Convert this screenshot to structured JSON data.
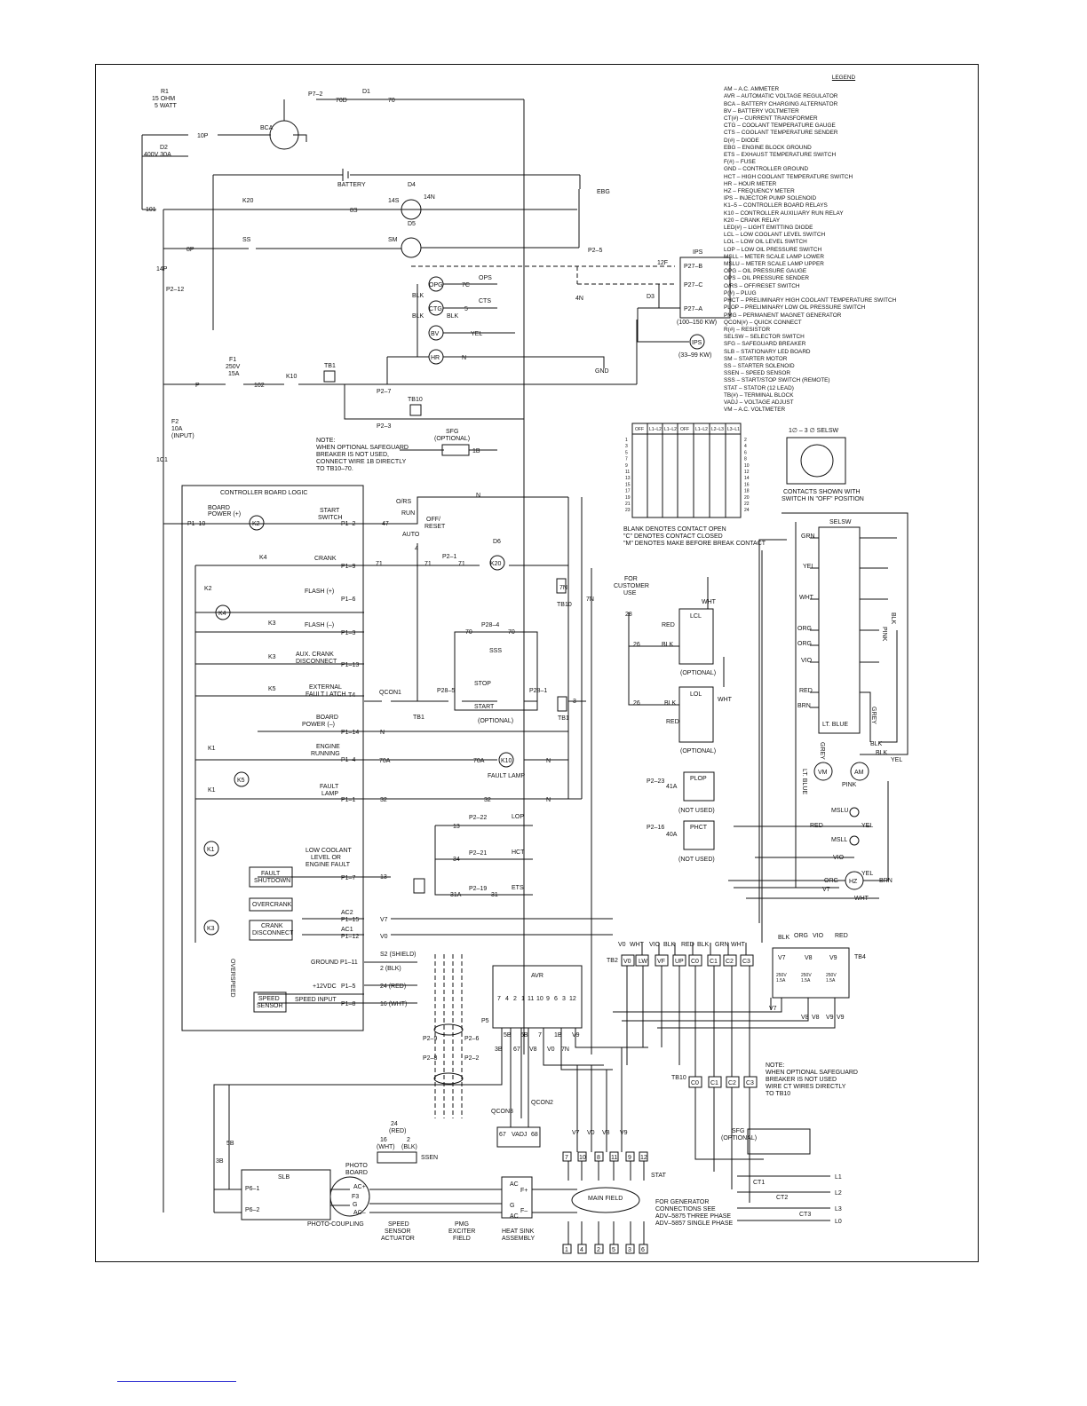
{
  "legend": {
    "title": "LEGEND",
    "items": [
      "AM – A.C. AMMETER",
      "AVR – AUTOMATIC VOLTAGE REGULATOR",
      "BCA – BATTERY CHARGING ALTERNATOR",
      "BV – BATTERY VOLTMETER",
      "CT(#) – CURRENT TRANSFORMER",
      "CTG – COOLANT TEMPERATURE GAUGE",
      "CTS – COOLANT TEMPERATURE SENDER",
      "D(#) – DIODE",
      "EBG – ENGINE BLOCK GROUND",
      "ETS – EXHAUST TEMPERATURE SWITCH",
      "F(#) – FUSE",
      "GND – CONTROLLER GROUND",
      "HCT – HIGH COOLANT TEMPERATURE SWITCH",
      "HR – HOUR METER",
      "HZ – FREQUENCY METER",
      "IPS – INJECTOR PUMP SOLENOID",
      "K1–5 – CONTROLLER BOARD RELAYS",
      "K10 – CONTROLLER AUXILIARY RUN RELAY",
      "K20 – CRANK RELAY",
      "LED(#) – LIGHT EMITTING DIODE",
      "LCL – LOW COOLANT LEVEL SWITCH",
      "LOL – LOW OIL LEVEL SWITCH",
      "LOP – LOW OIL PRESSURE SWITCH",
      "MSLL – METER SCALE LAMP LOWER",
      "MSLU – METER SCALE LAMP UPPER",
      "OPG – OIL PRESSURE GAUGE",
      "OPS – OIL PRESSURE SENDER",
      "O/RS – OFF/RESET SWITCH",
      "P(#) – PLUG",
      "PHCT – PRELIMINARY HIGH COOLANT TEMPERATURE SWITCH",
      "PLOP – PRELIMINARY LOW OIL PRESSURE SWITCH",
      "PMG – PERMANENT MAGNET GENERATOR",
      "QCON(#) – QUICK CONNECT",
      "R(#) – RESISTOR",
      "SELSW – SELECTOR SWITCH",
      "SFG – SAFEGUARD BREAKER",
      "SLB – STATIONARY LED BOARD",
      "SM – STARTER MOTOR",
      "SS – STARTER SOLENOID",
      "SSEN – SPEED SENSOR",
      "SSS – START/STOP SWITCH (REMOTE)",
      "STAT – STATOR (12 LEAD)",
      "TB(#) – TERMINAL BLOCK",
      "VADJ – VOLTAGE ADJUST",
      "VM – A.C. VOLTMETER"
    ]
  },
  "top": {
    "r1": [
      "R1",
      "15 OHM",
      "5 WATT"
    ],
    "d2": [
      "D2",
      "400V 30A"
    ],
    "d1": "D1",
    "p7": "P7–2",
    "w70d": "70D",
    "w70": "70",
    "bca": "BCA",
    "w10p": "10P",
    "battery": "BATTERY",
    "ebg": "EBG",
    "d4": "D4",
    "d5": "D5",
    "k20": "K20",
    "ss": "SS",
    "sm": "SM",
    "w14s": "14S",
    "w14n": "14N",
    "w8s": "8S",
    "w8p": "8P",
    "w101": "101",
    "w14p": "14P",
    "p212": "P2–12",
    "p25": "P2–5",
    "w12f": "12F",
    "w4n": "4N"
  },
  "ips": {
    "title": "IPS",
    "pins": [
      "P27–B",
      "P27–C",
      "P27–A"
    ],
    "caption": "(100–150 KW)",
    "alt": "IPS",
    "alt_caption": "(33–99 KW)",
    "d3": "D3"
  },
  "gauges": {
    "opg": "OPG",
    "ops": "OPS",
    "ctg": "CTG",
    "cts": "CTS",
    "bv": "BV",
    "hr": "HR",
    "blk": "BLK",
    "yel": "YEL",
    "n": "N",
    "w7c": "7C",
    "w5": "5",
    "gnd": "GND"
  },
  "fuses": {
    "f1": [
      "F1",
      "250V",
      "15A"
    ],
    "w102": "102",
    "k10": "K10",
    "tb1": "TB1",
    "p": "P",
    "p27": "P2–7",
    "p23": "P2–3",
    "tb10": "TB10",
    "sfg": [
      "SFG",
      "(OPTIONAL)"
    ],
    "f2": [
      "F2",
      "10A",
      "(INPUT)"
    ],
    "w1c1": "1C1",
    "w1b": "1B",
    "note": [
      "NOTE:",
      "WHEN OPTIONAL SAFEGUARD",
      "BREAKER IS NOT USED,",
      "CONNECT WIRE 1B DIRECTLY",
      "TO TB10–70."
    ]
  },
  "ctrl": {
    "title": "CONTROLLER BOARD LOGIC",
    "board_power": [
      "BOARD",
      "POWER (+)"
    ],
    "start_switch": [
      "START",
      "SWITCH"
    ],
    "crank": "CRANK",
    "flash_p": "FLASH (+)",
    "flash_m": "FLASH (–)",
    "aux": [
      "AUX. CRANK",
      "DISCONNECT"
    ],
    "ext": [
      "EXTERNAL",
      "FAULT LATCH"
    ],
    "board_power_m": [
      "BOARD",
      "POWER (–)"
    ],
    "engine": [
      "ENGINE",
      "RUNNING"
    ],
    "fault_lamp": [
      "FAULT",
      "LAMP"
    ],
    "low_coolant": [
      "LOW COOLANT",
      "LEVEL OR",
      "ENGINE FAULT"
    ],
    "fault_shutdown": [
      "FAULT",
      "SHUTDOWN"
    ],
    "overcrank": "OVERCRANK",
    "crank_disc": [
      "CRANK",
      "DISCONNECT"
    ],
    "overspeed": "OVERSPEED",
    "speed_sensor": [
      "SPEED",
      "SENSOR"
    ],
    "ground": "GROUND P1–11",
    "v12": "+12VDC",
    "speed_input": "SPEED INPUT",
    "pins": [
      "P1–10",
      "P1–2",
      "P1–9",
      "P1–6",
      "P1–3",
      "P1–13",
      "T4",
      "P1–14",
      "P1–4",
      "P1–1",
      "P1–7",
      "AC2",
      "P1–15",
      "AC1",
      "P1–12",
      "P1–5",
      "P1–8"
    ],
    "relays": [
      "K2",
      "K4",
      "K2",
      "K4",
      "K3",
      "K3",
      "K5",
      "K1",
      "K1",
      "K5",
      "K1",
      "K3"
    ]
  },
  "mid": {
    "ors": "O/RS",
    "run": "RUN",
    "auto": "AUTO",
    "off": [
      "OFF/",
      "RESET"
    ],
    "d6": "D6",
    "k20": "K20",
    "p21": "P2–1",
    "w71": "71",
    "w47": "47",
    "w4": "4",
    "w70": "70",
    "w7n": "7N",
    "tb10": "TB10",
    "p284": "P28–4",
    "sss": "SSS",
    "stop": "STOP",
    "start": "START",
    "optional": "(OPTIONAL)",
    "qcon1": "QCON1",
    "p285": "P28–5",
    "p281": "P28–1",
    "tb1": "TB1",
    "w3": "3",
    "n": "N",
    "w70a": "70A",
    "k10": "K10",
    "fault_lamp": "FAULT LAMP",
    "w32": "32",
    "lop": "LOP",
    "hct": "HCT",
    "ets": "ETS",
    "p222": "P2–22",
    "p221": "P2–21",
    "p219": "P2–19",
    "w13": "13",
    "w34": "34",
    "w31a": "31A",
    "w31": "31",
    "av7": "V7",
    "av0": "V0"
  },
  "avr": {
    "title": "AVR",
    "pins": [
      "7",
      "4",
      "2",
      "1",
      "11",
      "10",
      "9",
      "6",
      "3",
      "12"
    ],
    "p5": "P5",
    "wires": [
      "5B",
      "6B",
      "7",
      "1B",
      "V9"
    ],
    "wires2": [
      "3B",
      "67",
      "V8",
      "V0",
      "7N"
    ],
    "qcon3": "QCON3",
    "qcon2": "QCON2",
    "vadj": "VADJ",
    "w67": "67",
    "w68": "68"
  },
  "shield": {
    "s2": "S2 (SHIELD)",
    "blk": "2 (BLK)",
    "red": "24 (RED)",
    "wht": "16 (WHT)",
    "p29": "P2–9",
    "p26": "P2–6",
    "p28": "P2–8",
    "p22": "P2–2",
    "w24": [
      "24",
      "(RED)"
    ],
    "w16": [
      "16",
      "(WHT)"
    ],
    "w2": [
      "2",
      "(BLK)"
    ],
    "ssen": "SSEN"
  },
  "bottom": {
    "slb": "SLB",
    "p61": "P6–1",
    "p62": "P6–2",
    "photo_coupling": "PHOTO-COUPLING",
    "photo_board": [
      "PHOTO",
      "BOARD"
    ],
    "ac_pins": [
      "AC+",
      "F3",
      "G",
      "AC–"
    ],
    "speed_actuator": [
      "SPEED",
      "SENSOR",
      "ACTUATOR"
    ],
    "pmg": [
      "PMG",
      "EXCITER",
      "FIELD"
    ],
    "heat_sink": [
      "HEAT SINK",
      "ASSEMBLY"
    ],
    "hs_pins": [
      "AC",
      "F+",
      "G",
      "F–",
      "AC"
    ],
    "main_field": "MAIN FIELD",
    "stat": "STAT",
    "top_terms": [
      "7",
      "10",
      "8",
      "11",
      "9",
      "12"
    ],
    "bot_terms": [
      "1",
      "4",
      "2",
      "5",
      "3",
      "6"
    ],
    "gen_note": [
      "FOR GENERATOR",
      "CONNECTIONS SEE",
      "ADV–5875 THREE PHASE",
      "ADV–5857 SINGLE PHASE"
    ],
    "v_labels": [
      "V7",
      "V0",
      "V8",
      "V9"
    ],
    "w5b": "5B",
    "w3b": "3B"
  },
  "right": {
    "table_head": [
      "OFF",
      "L1–L2",
      "L1–L2",
      "OFF",
      "L1–L2",
      "L2–L3",
      "L3–L1"
    ],
    "table_rows": [
      "1",
      "3",
      "5",
      "7",
      "9",
      "11",
      "13",
      "15",
      "17",
      "19",
      "21",
      "23"
    ],
    "table_rows_r": [
      "2",
      "4",
      "6",
      "8",
      "10",
      "12",
      "14",
      "16",
      "18",
      "20",
      "22",
      "24"
    ],
    "table_notes": [
      "BLANK DENOTES CONTACT OPEN",
      "\"C\" DENOTES CONTACT CLOSED",
      "\"M\" DENOTES MAKE BEFORE BREAK CONTACT"
    ],
    "selsw_caption": [
      "1∅ – 3 ∅ SELSW",
      "CONTACTS SHOWN WITH",
      "SWITCH IN \"OFF\" POSITION"
    ],
    "customer": [
      "FOR",
      "CUSTOMER",
      "USE"
    ],
    "w28": "28",
    "w26": "26",
    "lcl": "LCL",
    "lol": "LOL",
    "red": "RED",
    "blk": "BLK",
    "wht": "WHT",
    "plop": "PLOP",
    "phct": "PHCT",
    "p223": "P2–23",
    "p216": "P2–16",
    "w41a": "41A",
    "w40a": "40A",
    "not_used": "(NOT USED)",
    "selsw": "SELSW",
    "selsw_wires": [
      "GRN",
      "YEL",
      "WHT",
      "ORG",
      "ORG",
      "VIO",
      "RED",
      "BRN"
    ],
    "selsw_rt": [
      "BLK",
      "PINK",
      "GREY"
    ],
    "lt_blue": "LT. BLUE",
    "grey": "GREY",
    "vm": "VM",
    "am": "AM",
    "pink": "PINK",
    "yel": "YEL",
    "mslu": "MSLU",
    "msll": "MSLL",
    "hz": "HZ",
    "vio": "VIO",
    "orgv7": "V7",
    "brn": "BRN",
    "tb2": "TB2",
    "tb2_top": [
      "V0",
      "WHT",
      "VIO",
      "BLK",
      "RED",
      "BLK",
      "GRN",
      "WHT"
    ],
    "tb2_terms": [
      "V0",
      "LW",
      "VF",
      "UP",
      "C0",
      "C1",
      "C2",
      "C3"
    ],
    "tb4": "TB4",
    "tb4_top": [
      "BLK",
      "ORG",
      "VIO",
      "RED"
    ],
    "tb4_terms": [
      "V7",
      "V8",
      "V9"
    ],
    "tb4_fuse": [
      "250V",
      "1.5A"
    ],
    "tb4_bot": [
      "V7",
      "V8",
      "V8",
      "V9",
      "V9"
    ],
    "tb10": "TB10",
    "tb10_terms": [
      "C0",
      "C1",
      "C2",
      "C3"
    ],
    "ct_note": [
      "NOTE:",
      "WHEN OPTIONAL SAFEGUARD",
      "BREAKER IS NOT USED",
      "WIRE CT WIRES DIRECTLY",
      "TO TB10"
    ],
    "sfg": [
      "SFG",
      "(OPTIONAL)"
    ],
    "cts": [
      "CT1",
      "CT2",
      "CT3"
    ],
    "lines": [
      "L1",
      "L2",
      "L3",
      "L0"
    ]
  }
}
